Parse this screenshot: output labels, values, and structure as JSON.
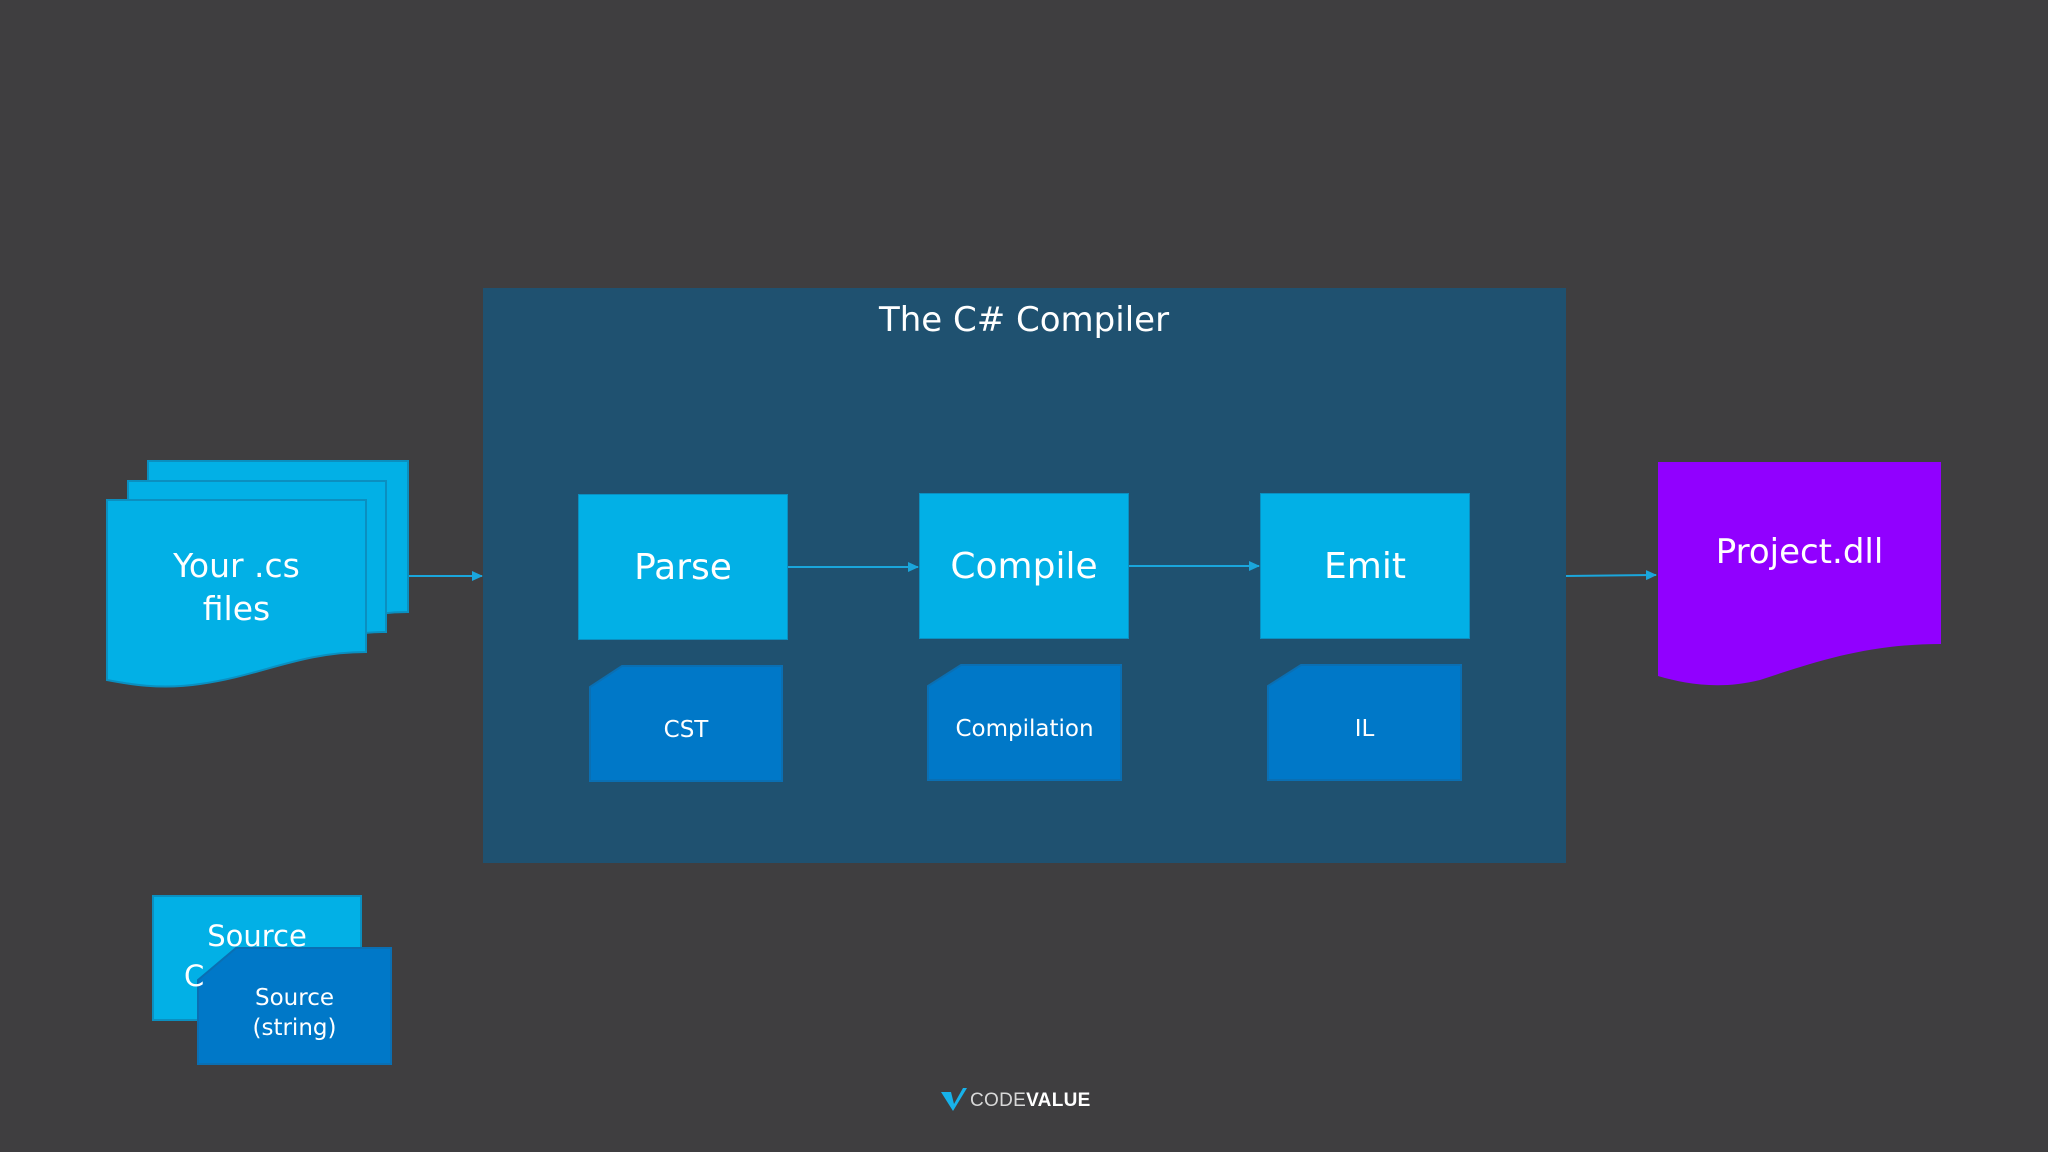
{
  "compiler": {
    "title": "The C# Compiler"
  },
  "input": {
    "files_line1": "Your .cs",
    "files_line2": "files"
  },
  "stages": [
    {
      "label": "Parse",
      "artifact": "CST"
    },
    {
      "label": "Compile",
      "artifact": "Compilation"
    },
    {
      "label": "Emit",
      "artifact": "IL"
    }
  ],
  "output": {
    "label": "Project.dll"
  },
  "source_card": {
    "back_label": "Source",
    "back_fragment": "C",
    "front_line1": "Source",
    "front_line2": "(string)"
  },
  "logo": {
    "prefix": "CODE",
    "suffix": "VALUE"
  },
  "colors": {
    "background": "#3f3e40",
    "compiler_box": "#1f5170",
    "stage": "#02b0e6",
    "artifact": "#0078c8",
    "output": "#9100ff",
    "arrow": "#1aa6dc"
  }
}
